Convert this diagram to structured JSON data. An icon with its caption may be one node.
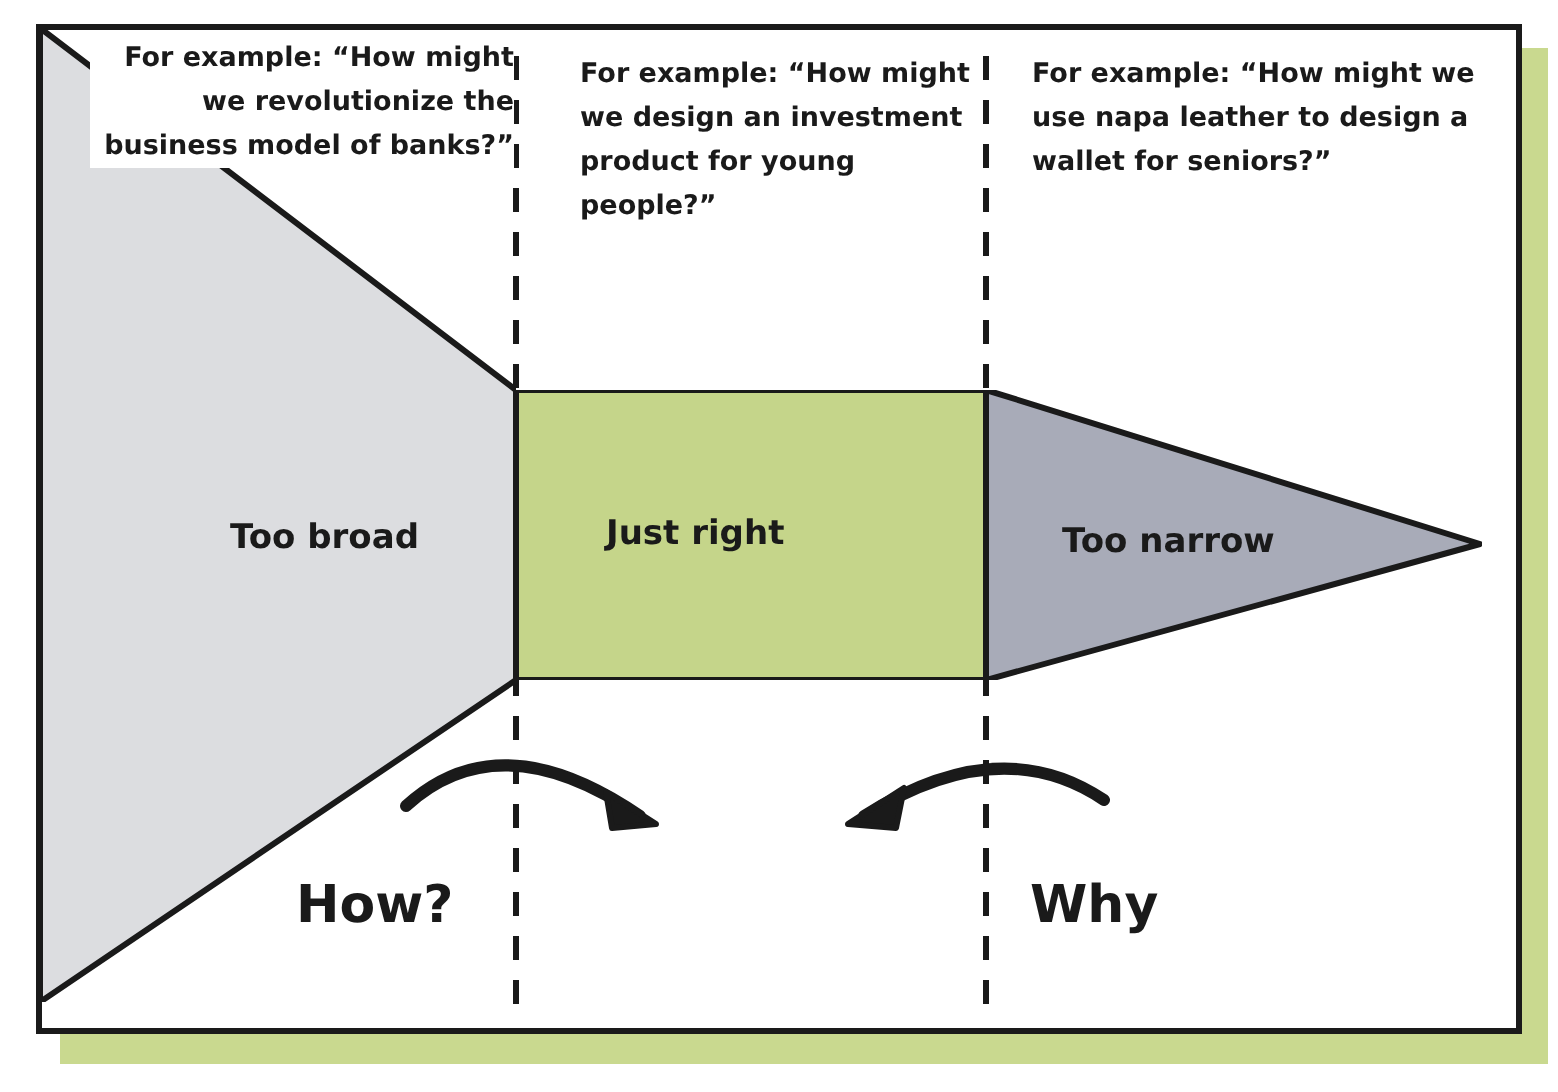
{
  "diagram": {
    "nodes": [
      {
        "text": [
          "Too broad"
        ]
      },
      {
        "text": [
          "Just right"
        ]
      },
      {
        "text": [
          "Too narrow"
        ]
      }
    ],
    "labels": [
      "For example: “How might we revolutionize the business model of banks?”",
      "For example: “How might we design an investment product for young people?”",
      "For example: “How might we use napa leather to design a wallet for seniors?”",
      "How?",
      "Why"
    ]
  }
}
